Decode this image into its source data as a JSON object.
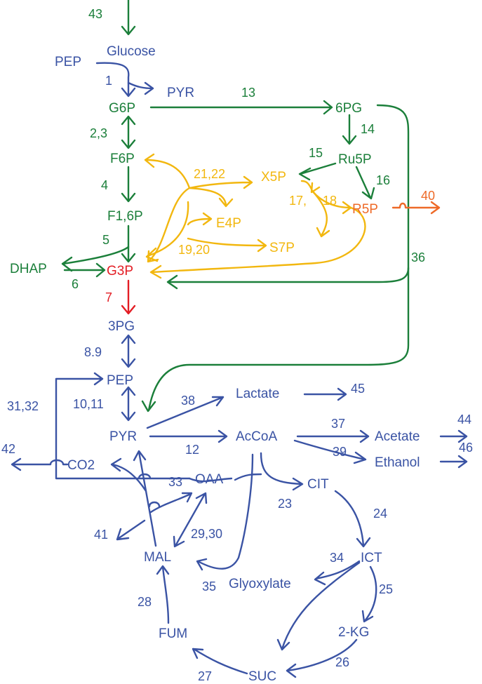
{
  "colors": {
    "blue": "#3a53a4",
    "green": "#1b7f3a",
    "yellow": "#f2b70f",
    "orange": "#ee6a28",
    "red": "#e31d24"
  },
  "metabolites": [
    {
      "id": "pep-top",
      "label": "PEP",
      "color": "blue"
    },
    {
      "id": "glucose",
      "label": "Glucose",
      "color": "blue"
    },
    {
      "id": "pyr-top",
      "label": "PYR",
      "color": "blue"
    },
    {
      "id": "g6p",
      "label": "G6P",
      "color": "green"
    },
    {
      "id": "6pg",
      "label": "6PG",
      "color": "green"
    },
    {
      "id": "f6p",
      "label": "F6P",
      "color": "green"
    },
    {
      "id": "ru5p",
      "label": "Ru5P",
      "color": "green"
    },
    {
      "id": "x5p",
      "label": "X5P",
      "color": "yellow"
    },
    {
      "id": "r5p",
      "label": "R5P",
      "color": "orange"
    },
    {
      "id": "f16p",
      "label": "F1,6P",
      "color": "green"
    },
    {
      "id": "e4p",
      "label": "E4P",
      "color": "yellow"
    },
    {
      "id": "s7p",
      "label": "S7P",
      "color": "yellow"
    },
    {
      "id": "dhap",
      "label": "DHAP",
      "color": "green"
    },
    {
      "id": "g3p",
      "label": "G3P",
      "color": "red"
    },
    {
      "id": "3pg",
      "label": "3PG",
      "color": "blue"
    },
    {
      "id": "pep",
      "label": "PEP",
      "color": "blue"
    },
    {
      "id": "lactate",
      "label": "Lactate",
      "color": "blue"
    },
    {
      "id": "pyr",
      "label": "PYR",
      "color": "blue"
    },
    {
      "id": "accoa",
      "label": "AcCoA",
      "color": "blue"
    },
    {
      "id": "acetate",
      "label": "Acetate",
      "color": "blue"
    },
    {
      "id": "co2",
      "label": "CO2",
      "color": "blue"
    },
    {
      "id": "ethanol",
      "label": "Ethanol",
      "color": "blue"
    },
    {
      "id": "oaa",
      "label": "OAA",
      "color": "blue"
    },
    {
      "id": "cit",
      "label": "CIT",
      "color": "blue"
    },
    {
      "id": "mal",
      "label": "MAL",
      "color": "blue"
    },
    {
      "id": "ict",
      "label": "ICT",
      "color": "blue"
    },
    {
      "id": "glyoxylate",
      "label": "Glyoxylate",
      "color": "blue"
    },
    {
      "id": "fum",
      "label": "FUM",
      "color": "blue"
    },
    {
      "id": "2kg",
      "label": "2-KG",
      "color": "blue"
    },
    {
      "id": "suc",
      "label": "SUC",
      "color": "blue"
    }
  ],
  "reactions": [
    {
      "id": "r43",
      "label": "43",
      "color": "green"
    },
    {
      "id": "r1",
      "label": "1",
      "color": "blue"
    },
    {
      "id": "r13",
      "label": "13",
      "color": "green"
    },
    {
      "id": "r23a",
      "label": "2,3",
      "color": "green"
    },
    {
      "id": "r14",
      "label": "14",
      "color": "green"
    },
    {
      "id": "r15",
      "label": "15",
      "color": "green"
    },
    {
      "id": "r2122",
      "label": "21,22",
      "color": "yellow"
    },
    {
      "id": "r4",
      "label": "4",
      "color": "green"
    },
    {
      "id": "r16",
      "label": "16",
      "color": "green"
    },
    {
      "id": "r17",
      "label": "17,",
      "color": "yellow"
    },
    {
      "id": "r18",
      "label": "18",
      "color": "yellow"
    },
    {
      "id": "r40",
      "label": "40",
      "color": "orange"
    },
    {
      "id": "r5",
      "label": "5",
      "color": "green"
    },
    {
      "id": "r1920",
      "label": "19,20",
      "color": "yellow"
    },
    {
      "id": "r36",
      "label": "36",
      "color": "green"
    },
    {
      "id": "r6",
      "label": "6",
      "color": "green"
    },
    {
      "id": "r7",
      "label": "7",
      "color": "red"
    },
    {
      "id": "r89",
      "label": "8.9",
      "color": "blue"
    },
    {
      "id": "r3132",
      "label": "31,32",
      "color": "blue"
    },
    {
      "id": "r38",
      "label": "38",
      "color": "blue"
    },
    {
      "id": "r45",
      "label": "45",
      "color": "blue"
    },
    {
      "id": "r1011",
      "label": "10,11",
      "color": "blue"
    },
    {
      "id": "r37",
      "label": "37",
      "color": "blue"
    },
    {
      "id": "r44",
      "label": "44",
      "color": "blue"
    },
    {
      "id": "r42",
      "label": "42",
      "color": "blue"
    },
    {
      "id": "r12",
      "label": "12",
      "color": "blue"
    },
    {
      "id": "r39",
      "label": "39",
      "color": "blue"
    },
    {
      "id": "r46",
      "label": "46",
      "color": "blue"
    },
    {
      "id": "r33",
      "label": "33",
      "color": "blue"
    },
    {
      "id": "r23",
      "label": "23",
      "color": "blue"
    },
    {
      "id": "r24",
      "label": "24",
      "color": "blue"
    },
    {
      "id": "r41",
      "label": "41",
      "color": "blue"
    },
    {
      "id": "r2930",
      "label": "29,30",
      "color": "blue"
    },
    {
      "id": "r34",
      "label": "34",
      "color": "blue"
    },
    {
      "id": "r25",
      "label": "25",
      "color": "blue"
    },
    {
      "id": "r35",
      "label": "35",
      "color": "blue"
    },
    {
      "id": "r28",
      "label": "28",
      "color": "blue"
    },
    {
      "id": "r26",
      "label": "26",
      "color": "blue"
    },
    {
      "id": "r27",
      "label": "27",
      "color": "blue"
    }
  ]
}
